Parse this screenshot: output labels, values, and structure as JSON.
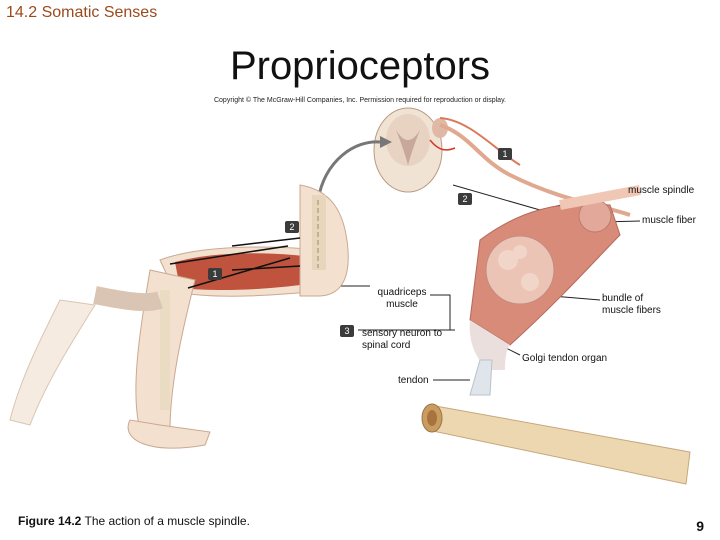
{
  "header": {
    "section": "14.2 Somatic Senses",
    "title": "Proprioceptors",
    "copyright": "Copyright © The McGraw-Hill Companies, Inc. Permission required for reproduction or display."
  },
  "labels": {
    "muscle_spindle": "muscle spindle",
    "muscle_fiber": "muscle fiber",
    "quadriceps_muscle": "quadriceps muscle",
    "bundle_of_muscle_fibers": "bundle of muscle fibers",
    "sensory_neuron": "sensory neuron to spinal cord",
    "golgi_tendon_organ": "Golgi tendon organ",
    "tendon": "tendon"
  },
  "steps": {
    "spinal_1": "1",
    "spinal_2": "2",
    "leg_2": "2",
    "leg_1": "1",
    "neuron_3": "3"
  },
  "caption": {
    "figure": "Figure 14.2",
    "text": "The action of a muscle spindle."
  },
  "page_number": "9"
}
